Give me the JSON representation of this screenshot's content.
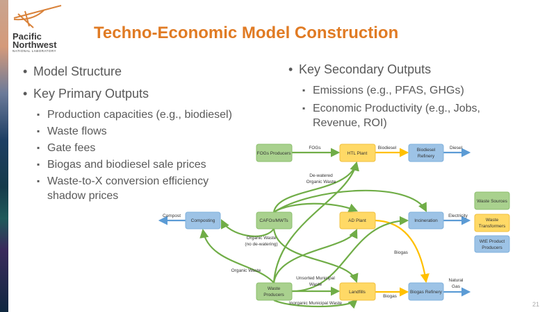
{
  "logo": {
    "line1": "Pacific",
    "line2": "Northwest",
    "line3": "NATIONAL LABORATORY"
  },
  "title": "Techno-Economic Model Construction",
  "left": {
    "b1": "Model Structure",
    "b2": "Key Primary Outputs",
    "subs": [
      "Production capacities (e.g., biodiesel)",
      "Waste flows",
      "Gate fees",
      "Biogas and biodiesel sale prices",
      "Waste-to-X conversion efficiency shadow prices"
    ]
  },
  "right": {
    "b1": "Key Secondary Outputs",
    "subs": [
      "Emissions (e.g., PFAS, GHGs)",
      "Economic Productivity (e.g., Jobs, Revenue, ROI)"
    ]
  },
  "diagram": {
    "nodes": {
      "fogs": "FOGs Producers",
      "htl": "HTL Plant",
      "bioref": [
        "Biodiesel",
        "Refinery"
      ],
      "comp": "Composting",
      "cafo": "CAFOs/MWTs",
      "ad": "AD Plant",
      "inc": "Incineration",
      "wp": [
        "Waste",
        "Producers"
      ],
      "land": "Landfills",
      "bgref": "Biogas Refinery"
    },
    "labels": {
      "fogs": "FOGs",
      "biodiesel": "Biodiesel",
      "diesel": "Diesel",
      "dewatered": [
        "De-watered",
        "Organic Waste"
      ],
      "compost": "Compost",
      "electricity": "Electricity",
      "ow_nodw": [
        "Organic Waste",
        "(no de-watering)"
      ],
      "biogas1": "Biogas",
      "ow": "Organic Waste",
      "unsorted": [
        "Unsorted Municipal",
        "Waste"
      ],
      "natgas": [
        "Natural",
        "Gas"
      ],
      "biogas2": "Biogas",
      "inorganic": "Inorganic Municipal Waste"
    },
    "legend": {
      "sources": "Waste Sources",
      "transformers": [
        "Waste",
        "Transformers"
      ],
      "producers": [
        "WtE Product",
        "Producers"
      ]
    },
    "colors": {
      "green": "#70ad47",
      "orange": "#ffc000",
      "blue": "#5b9bd5"
    }
  },
  "page": "21"
}
